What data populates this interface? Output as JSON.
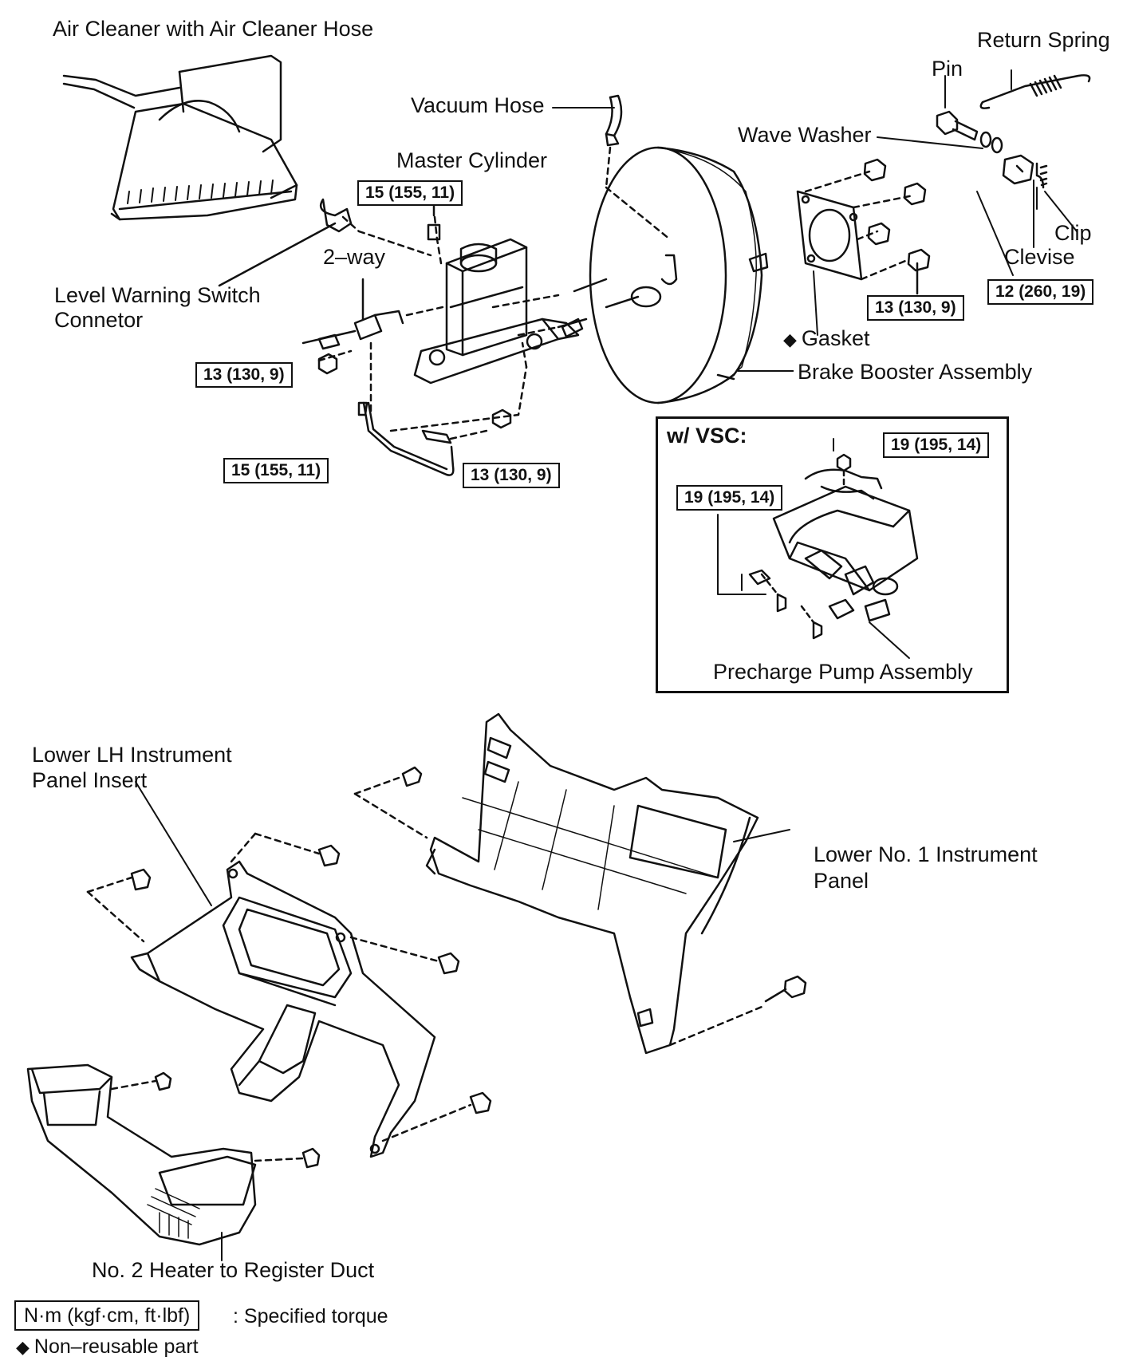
{
  "labels": {
    "air_cleaner": "Air Cleaner with Air Cleaner Hose",
    "vacuum_hose": "Vacuum Hose",
    "master_cylinder": "Master Cylinder",
    "two_way": "2–way",
    "level_warning_switch_line1": "Level Warning Switch",
    "level_warning_switch_line2": "Connetor",
    "return_spring": "Return Spring",
    "pin": "Pin",
    "wave_washer": "Wave Washer",
    "clip": "Clip",
    "clevise": "Clevise",
    "gasket": "Gasket",
    "brake_booster": "Brake Booster Assembly",
    "vsc_heading": "w/ VSC:",
    "precharge_pump": "Precharge Pump Assembly",
    "lower_lh_line1": "Lower LH Instrument",
    "lower_lh_line2": "Panel Insert",
    "lower_no1_line1": "Lower No. 1 Instrument",
    "lower_no1_line2": "Panel",
    "heater_duct": "No. 2 Heater to Register Duct"
  },
  "torques": {
    "mc_top": "15 (155, 11)",
    "left_nut": "13 (130, 9)",
    "bottom_left": "15 (155, 11)",
    "bottom_mid": "13 (130, 9)",
    "gasket_nut": "13 (130, 9)",
    "clevis_nut": "12 (260, 19)",
    "vsc_upper": "19 (195, 14)",
    "vsc_lower": "19 (195, 14)"
  },
  "legend": {
    "unit_box": "N·m (kgf·cm, ft·lbf)",
    "unit_desc": ": Specified torque",
    "nonreusable": "Non–reusable part"
  },
  "symbols": {
    "diamond": "◆"
  }
}
